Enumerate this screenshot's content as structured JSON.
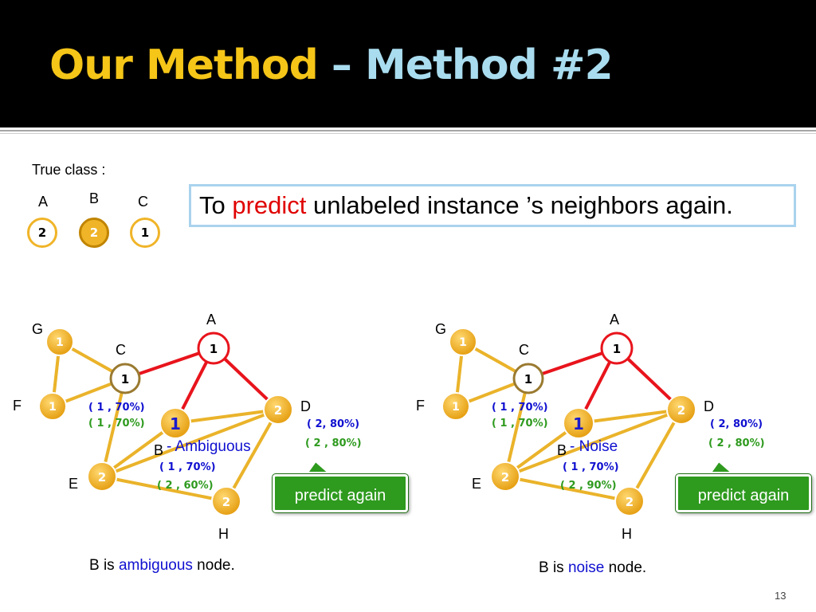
{
  "title": {
    "part1": "Our Method",
    "part2": " – Method #2"
  },
  "true_class_label": "True class :",
  "legend": [
    {
      "letter": "A",
      "value": "2"
    },
    {
      "letter": "B",
      "value": "2"
    },
    {
      "letter": "C",
      "value": "1"
    }
  ],
  "callout": {
    "pre": "To ",
    "highlight": "predict",
    "post": " unlabeled instance ’s neighbors again."
  },
  "diagrams": [
    {
      "nodes": {
        "A": {
          "label": "A",
          "value": "1"
        },
        "B": {
          "label": "B",
          "value": "1"
        },
        "C": {
          "label": "C",
          "value": "1"
        },
        "D": {
          "label": "D",
          "value": "2"
        },
        "E": {
          "label": "E",
          "value": "2"
        },
        "F": {
          "label": "F",
          "value": "1"
        },
        "G": {
          "label": "G",
          "value": "1"
        },
        "H": {
          "label": "H",
          "value": "2"
        }
      },
      "annotations": {
        "c_line1": "( 1 , 70%)",
        "c_line2": "( 1 , 70%)",
        "d_line1": "( 2, 80%)",
        "d_line2": "( 2 , 80%)",
        "b_status": "- Ambiguous",
        "b_line1": "( 1 , 70%)",
        "b_line2": "( 2 , 60%)"
      },
      "button": "predict again",
      "caption": {
        "pre": "B is ",
        "highlight": "ambiguous",
        "post": " node."
      }
    },
    {
      "nodes": {
        "A": {
          "label": "A",
          "value": "1"
        },
        "B": {
          "label": "B",
          "value": "1"
        },
        "C": {
          "label": "C",
          "value": "1"
        },
        "D": {
          "label": "D",
          "value": "2"
        },
        "E": {
          "label": "E",
          "value": "2"
        },
        "F": {
          "label": "F",
          "value": "1"
        },
        "G": {
          "label": "G",
          "value": "1"
        },
        "H": {
          "label": "H",
          "value": "2"
        }
      },
      "annotations": {
        "c_line1": "( 1 , 70%)",
        "c_line2": "( 1 , 70%)",
        "d_line1": "( 2, 80%)",
        "d_line2": "( 2 , 80%)",
        "b_status": "- Noise",
        "b_line1": "( 1 , 70%)",
        "b_line2": "( 2 , 90%)"
      },
      "button": "predict again",
      "caption": {
        "pre": "B is ",
        "highlight": "noise",
        "post": " node."
      }
    }
  ],
  "page_number": "13",
  "colors": {
    "title_primary": "#f5c518",
    "title_secondary": "#a9dcef",
    "node_fill": "#f0b428",
    "node_border": "#c08400",
    "edge_yellow": "#eab32a",
    "edge_red": "#e8141c",
    "annotation_blue": "#1010d0",
    "annotation_green": "#2e9a1e",
    "button_green": "#2e9a1e",
    "callout_border": "#a9d3ee"
  }
}
